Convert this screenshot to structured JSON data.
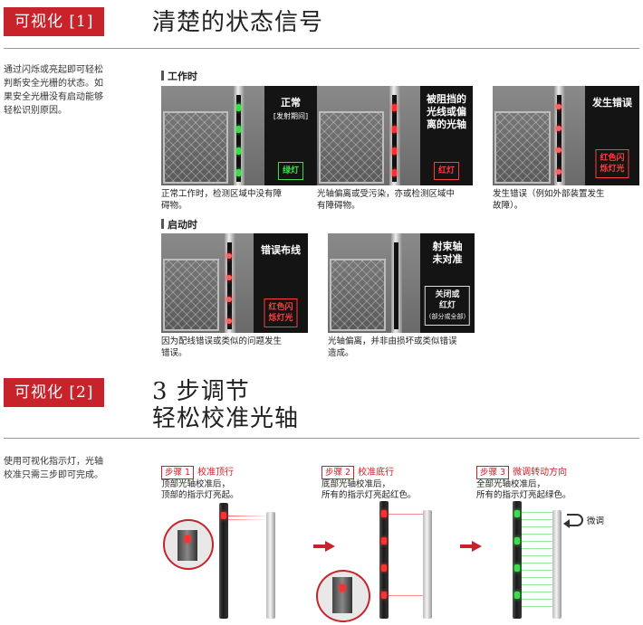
{
  "section1": {
    "badge": "可视化 [1]",
    "title": "清楚的状态信号",
    "intro": [
      "通过闪烁或亮起即可轻松",
      "判断安全光栅的状态。如",
      "果安全光栅没有启动能够",
      "轻松识别原因。"
    ],
    "working_label": "工作时",
    "startup_label": "启动时",
    "cards": [
      {
        "title": "正常",
        "sub": "[发射期间]",
        "box": "绿灯",
        "caption": [
          "正常工作时，检测区域中没有障",
          "碍物。"
        ]
      },
      {
        "title_lines": [
          "被阻挡的",
          "光线或偏",
          "离的光轴"
        ],
        "box": "红灯",
        "caption": [
          "光轴偏离或受污染，亦或检测区域中",
          "有障碍物。"
        ]
      },
      {
        "title": "发生错误",
        "box_lines": [
          "红色闪",
          "烁灯光"
        ],
        "caption": [
          "发生错误（例如外部装置发生",
          "故障）。"
        ]
      },
      {
        "title": "错误布线",
        "box_lines": [
          "红色闪",
          "烁灯光"
        ],
        "caption": [
          "因为配线错误或类似的问题发生",
          "错误。"
        ]
      },
      {
        "title_lines": [
          "射束轴",
          "未对准"
        ],
        "box_lines": [
          "关闭或",
          "红灯"
        ],
        "box_sub": "(部分或全部)",
        "caption": [
          "光轴偏离，并非由损坏或类似错误",
          "造成。"
        ]
      }
    ]
  },
  "section2": {
    "badge": "可视化 [2]",
    "title_lines": [
      "3 步调节",
      "轻松校准光轴"
    ],
    "intro": [
      "使用可视化指示灯，光轴",
      "校准只需三步即可完成。"
    ],
    "steps": [
      {
        "label": "步骤 1",
        "name": "校准顶行",
        "desc": [
          "顶部光轴校准后，",
          "顶部的指示灯亮起。"
        ]
      },
      {
        "label": "步骤 2",
        "name": "校准底行",
        "desc": [
          "底部光轴校准后，",
          "所有的指示灯亮起红色。"
        ]
      },
      {
        "label": "步骤 3",
        "name": "微调转动方向",
        "desc": [
          "全部光轴校准后，",
          "所有的指示灯亮起绿色。"
        ]
      }
    ],
    "fine_tune": "微调"
  },
  "colors": {
    "accent": "#c8222a",
    "green": "#3ddc4a",
    "red": "#ff3030"
  }
}
